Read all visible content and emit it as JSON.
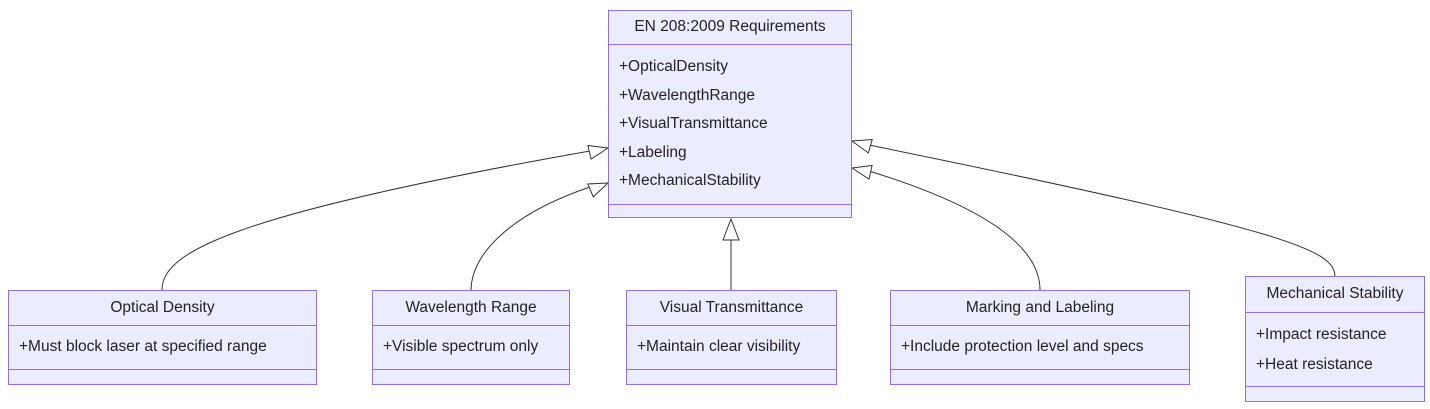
{
  "diagram_type": "uml-class-diagram",
  "parent": {
    "name": "EN 208:2009 Requirements",
    "attributes": [
      "+OpticalDensity",
      "+WavelengthRange",
      "+VisualTransmittance",
      "+Labeling",
      "+MechanicalStability"
    ]
  },
  "children": [
    {
      "name": "Optical Density",
      "attributes": [
        "+Must block laser at specified range"
      ]
    },
    {
      "name": "Wavelength Range",
      "attributes": [
        "+Visible spectrum only"
      ]
    },
    {
      "name": "Visual Transmittance",
      "attributes": [
        "+Maintain clear visibility"
      ]
    },
    {
      "name": "Marking and Labeling",
      "attributes": [
        "+Include protection level and specs"
      ]
    },
    {
      "name": "Mechanical Stability",
      "attributes": [
        "+Impact resistance",
        "+Heat resistance"
      ]
    }
  ],
  "relationships": [
    {
      "from": "Optical Density",
      "to": "EN 208:2009 Requirements",
      "type": "inheritance"
    },
    {
      "from": "Wavelength Range",
      "to": "EN 208:2009 Requirements",
      "type": "inheritance"
    },
    {
      "from": "Visual Transmittance",
      "to": "EN 208:2009 Requirements",
      "type": "inheritance"
    },
    {
      "from": "Marking and Labeling",
      "to": "EN 208:2009 Requirements",
      "type": "inheritance"
    },
    {
      "from": "Mechanical Stability",
      "to": "EN 208:2009 Requirements",
      "type": "inheritance"
    }
  ],
  "colors": {
    "fill": "#ECECFF",
    "border": "#9370DB",
    "line": "#333333",
    "text": "#232323"
  }
}
